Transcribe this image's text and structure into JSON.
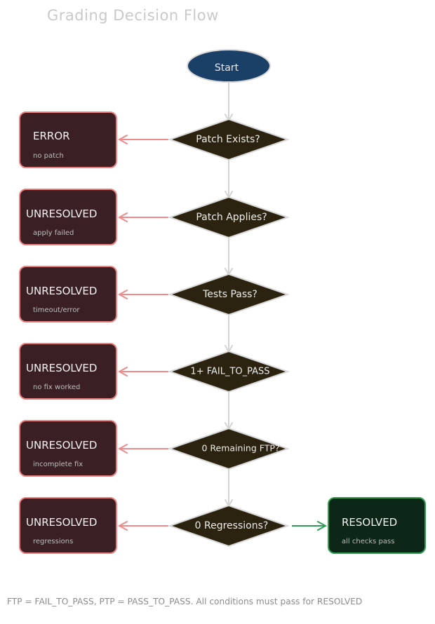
{
  "title": "Grading Decision Flow",
  "start": {
    "label": "Start"
  },
  "decisions": [
    {
      "label": "Patch Exists?"
    },
    {
      "label": "Patch Applies?"
    },
    {
      "label": "Tests Pass?"
    },
    {
      "label": "1+ FAIL_TO_PASS"
    },
    {
      "label": "0 Remaining FTP?"
    },
    {
      "label": "0 Regressions?"
    }
  ],
  "outcomes": [
    {
      "status": "ERROR",
      "reason": "no patch"
    },
    {
      "status": "UNRESOLVED",
      "reason": "apply failed"
    },
    {
      "status": "UNRESOLVED",
      "reason": "timeout/error"
    },
    {
      "status": "UNRESOLVED",
      "reason": "no fix worked"
    },
    {
      "status": "UNRESOLVED",
      "reason": "incomplete fix"
    },
    {
      "status": "UNRESOLVED",
      "reason": "regressions"
    }
  ],
  "resolved": {
    "status": "RESOLVED",
    "reason": "all checks pass"
  },
  "footnote": "FTP = FAIL_TO_PASS, PTP = PASS_TO_PASS. All conditions must pass for RESOLVED",
  "colors": {
    "start_fill": "#1a4067",
    "decision_fill": "#2b230f",
    "fail_fill": "#3a2024",
    "fail_border": "#ee7f7f",
    "fail_arrow": "#f08a8a",
    "pass_fill": "#0c2617",
    "pass_border": "#2d9d50",
    "pass_arrow": "#2e9e55",
    "flow_arrow": "#d4d4d4"
  }
}
